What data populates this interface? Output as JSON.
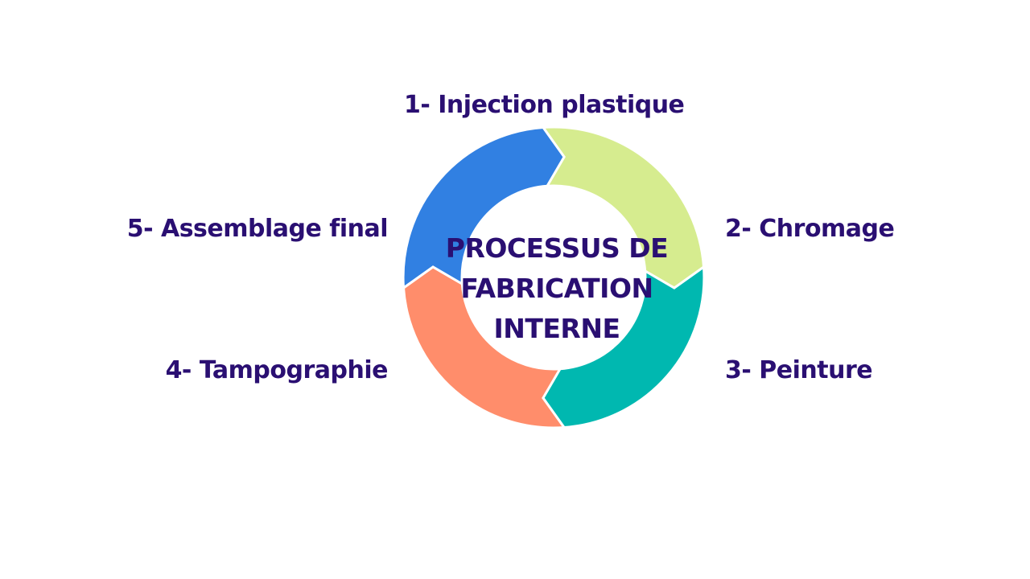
{
  "colors": {
    "text": "#2a0f72",
    "step1": "#d6ec8f",
    "step2": "#00b8b0",
    "step3": "#ff8d6b",
    "step4": "#3180e2",
    "stroke": "#ffffff"
  },
  "diagram": {
    "center_title_lines": [
      "PROCESSUS DE",
      "FABRICATION",
      "INTERNE"
    ],
    "steps": [
      {
        "label": "1- Injection plastique",
        "color": "#d6ec8f"
      },
      {
        "label": "2- Chromage",
        "color": "#00b8b0"
      },
      {
        "label": "3- Peinture",
        "color": "#ff8d6b"
      },
      {
        "label": "4- Tampographie",
        "color": "#3180e2"
      },
      {
        "label": "5- Assemblage final",
        "color": ""
      }
    ]
  }
}
